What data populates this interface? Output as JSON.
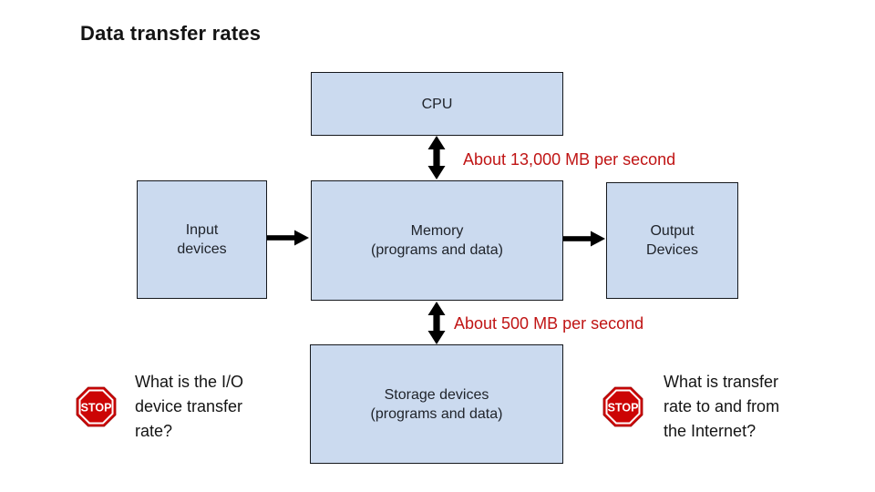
{
  "title": "Data transfer rates",
  "colors": {
    "box_fill": "#cbdaef",
    "box_border": "#15181d",
    "annotation_red": "#c01414",
    "stop_red": "#cc0505",
    "arrow_black": "#000000"
  },
  "boxes": {
    "cpu": {
      "label": "CPU"
    },
    "input": {
      "line1": "Input",
      "line2": "devices"
    },
    "memory": {
      "line1": "Memory",
      "line2": "(programs and data)"
    },
    "output": {
      "line1": "Output",
      "line2": "Devices"
    },
    "storage": {
      "line1": "Storage devices",
      "line2": "(programs and data)"
    }
  },
  "annotations": {
    "cpu_memory_rate": "About 13,000 MB per second",
    "memory_storage_rate": "About 500 MB per second"
  },
  "stops": {
    "left": {
      "sign_label": "STOP",
      "lines": [
        "What is the I/O",
        "device transfer",
        "rate?"
      ]
    },
    "right": {
      "sign_label": "STOP",
      "lines": [
        "What is transfer",
        "rate to and from",
        "the Internet?"
      ]
    }
  }
}
